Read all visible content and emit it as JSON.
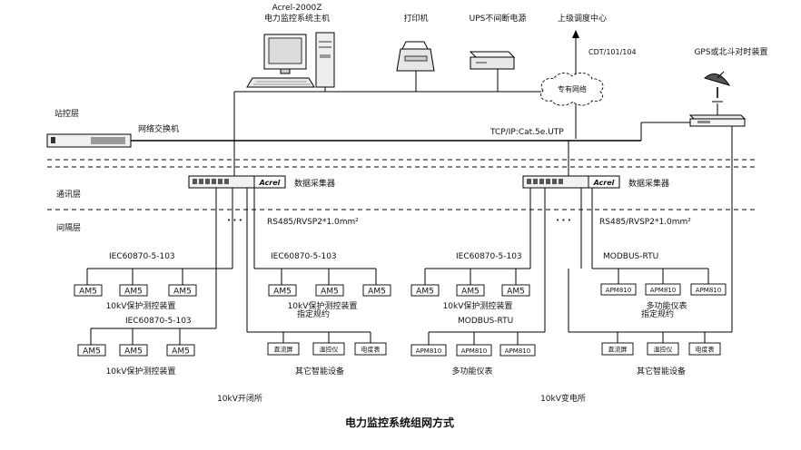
{
  "host_label_1": "Acrel-2000Z",
  "host_label_2": "电力监控系统主机",
  "printer_label": "打印机",
  "ups_label": "UPS不间断电源",
  "upper_center_label": "上级调度中心",
  "cdt_label": "CDT/101/104",
  "private_network_label": "专有网络",
  "gps_label": "GPS或北斗对时装置",
  "station_layer": "站控层",
  "comm_layer": "通讯层",
  "bay_layer": "间隔层",
  "switch_label": "网络交换机",
  "tcp_label": "TCP/IP:Cat.5e.UTP",
  "collector_label_left": "数据采集器",
  "collector_label_right": "数据采集器",
  "collector_brand": "Acrel",
  "rs485_left": "RS485/RVSP2*1.0mm²",
  "rs485_right": "RS485/RVSP2*1.0mm²",
  "ellipsis": "• • •",
  "protocol_iec_1": "IEC60870-5-103",
  "protocol_iec_2": "IEC60870-5-103",
  "protocol_iec_3": "IEC60870-5-103",
  "protocol_iec_4": "IEC60870-5-103",
  "protocol_modbus_1": "MODBUS-RTU",
  "protocol_modbus_2": "MODBUS-RTU",
  "am5": "AM5",
  "apm810": "APM810",
  "dc_panel": "直流屏",
  "temp_ctrl": "温控仪",
  "meter": "电度表",
  "protect_device": "10kV保护测控装置",
  "multifunction_meter": "多功能仪表",
  "specified_protocol": "指定规约",
  "other_devices": "其它智能设备",
  "site_left": "10kV开闭所",
  "site_right": "10kV变电所",
  "title": "电力监控系统组网方式"
}
